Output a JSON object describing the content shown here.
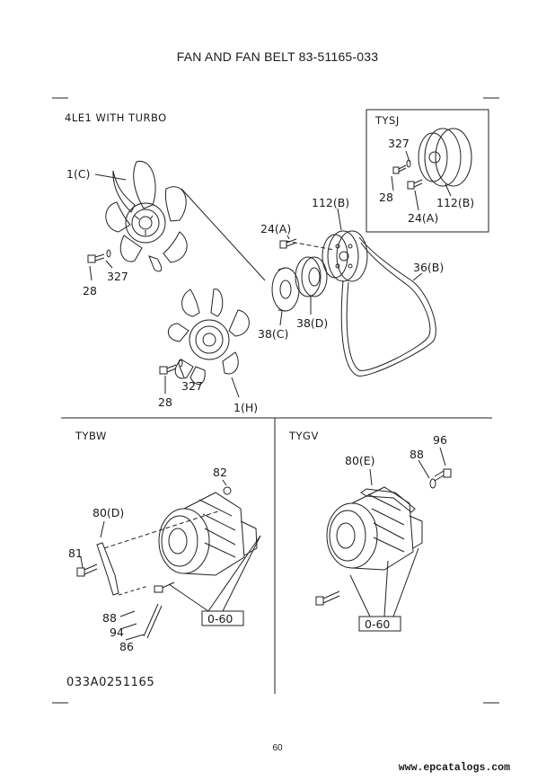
{
  "page_title": "FAN AND FAN BELT  83-51165-033",
  "sections": {
    "main": "4LE1 WITH TURBO",
    "tysj": "TYSJ",
    "tybw": "TYBW",
    "tygv": "TYGV"
  },
  "callouts": {
    "main": {
      "fan_c": "1(C)",
      "bolt28_a": "28",
      "washer327_a": "327",
      "fan_h": "1(H)",
      "bolt28_b": "28",
      "washer327_b": "327",
      "spacer38c": "38(C)",
      "spacer38d": "38(D)",
      "bolt24a": "24(A)",
      "pulley112b": "112(B)",
      "belt36b": "36(B)"
    },
    "tysj": {
      "washer327": "327",
      "bolt28": "28",
      "pulley112b": "112(B)",
      "bolt24a": "24(A)"
    },
    "tybw": {
      "nut82": "82",
      "bracket80d": "80(D)",
      "bolt81": "81",
      "washer88": "88",
      "washer94": "94",
      "bolt86": "86",
      "ref060": "0-60"
    },
    "tygv": {
      "bracket80e": "80(E)",
      "washer88": "88",
      "bolt96": "96",
      "ref060": "0-60"
    }
  },
  "diagram_code": "033A0251165",
  "page_number": "60",
  "website": "www.epcatalogs.com"
}
